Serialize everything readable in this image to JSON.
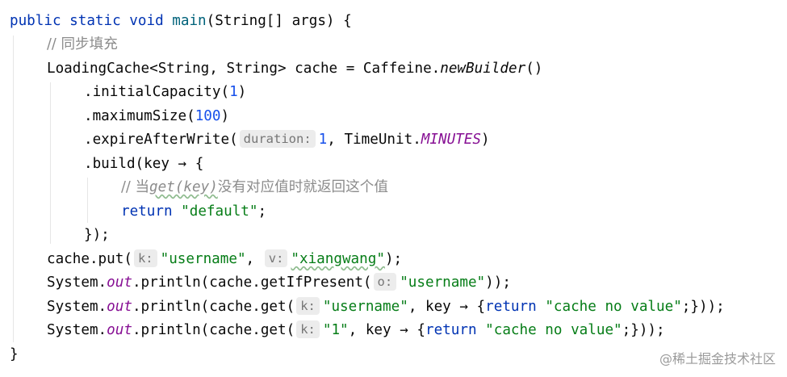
{
  "code": {
    "l1": {
      "kw": "public static void",
      "method": "main",
      "rest": "(String[] args) {"
    },
    "l2": {
      "comment": "// 同步填充"
    },
    "l3": {
      "lead": "LoadingCache<String, String> cache = Caffeine.",
      "method": "newBuilder",
      "tail": "()"
    },
    "l4": {
      "lead": ".initialCapacity(",
      "num": "1",
      "tail": ")"
    },
    "l5": {
      "lead": ".maximumSize(",
      "num": "100",
      "tail": ")"
    },
    "l6": {
      "lead": ".expireAfterWrite(",
      "hint": "duration:",
      "num": "1",
      "mid": ", TimeUnit.",
      "field": "MINUTES",
      "tail": ")"
    },
    "l7": {
      "text": ".build(key → {"
    },
    "l8": {
      "pre": "// 当",
      "code": "get(key)",
      "post": "没有对应值时就返回这个值"
    },
    "l9": {
      "kw": "return",
      "str": "\"default\"",
      "tail": ";"
    },
    "l10": {
      "text": "});"
    },
    "l11": {
      "lead": "cache.put(",
      "hint1": "k:",
      "str1": "\"username\"",
      "sep": ", ",
      "hint2": "v:",
      "str2": "\"xiangwang\"",
      "tail": ");"
    },
    "l12": {
      "lead": "System.",
      "field": "out",
      "mid": ".println(cache.getIfPresent(",
      "hint": "o:",
      "str": "\"username\"",
      "tail": "));"
    },
    "l13": {
      "lead": "System.",
      "field": "out",
      "mid": ".println(cache.get(",
      "hint": "k:",
      "str": "\"username\"",
      "mid2": ", key → {",
      "kw": "return",
      "str2": "\"cache no value\"",
      "tail": ";}));"
    },
    "l14": {
      "lead": "System.",
      "field": "out",
      "mid": ".println(cache.get(",
      "hint": "k:",
      "str": "\"1\"",
      "mid2": ", key → {",
      "kw": "return",
      "str2": "\"cache no value\"",
      "tail": ";}));"
    },
    "l15": {
      "text": "}"
    }
  },
  "watermark": "@稀土掘金技术社区"
}
